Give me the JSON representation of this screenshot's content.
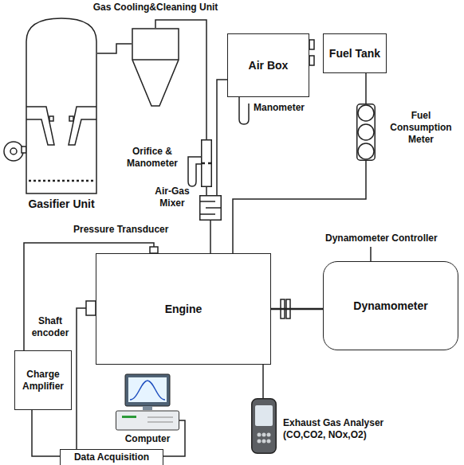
{
  "diagram": {
    "nodes": [
      {
        "text": [
          "Gasifier Unit"
        ]
      },
      {
        "text": [
          "Gas Cooling&Cleaning Unit"
        ]
      },
      {
        "text": [
          "Orifice & Manometer"
        ]
      },
      {
        "text": [
          "Air Box"
        ]
      },
      {
        "text": [
          "Fuel Tank"
        ]
      },
      {
        "text": [
          "Fuel Consumption Meter"
        ]
      },
      {
        "text": [
          "Air-Gas Mixer"
        ]
      },
      {
        "text": [
          "Engine"
        ]
      },
      {
        "text": [
          "Dynamometer"
        ]
      },
      {
        "text": [
          "Charge Amplifier"
        ]
      },
      {
        "text": [
          "Computer"
        ]
      },
      {
        "text": [
          "Data Acquisition"
        ]
      },
      {
        "text": [
          "Exhaust Gas Analyser (CO,CO2, NOx,O2)"
        ]
      }
    ],
    "edges": [
      {
        "from": 0,
        "to": 1,
        "arrow": "none"
      },
      {
        "from": 1,
        "to": 2,
        "arrow": "none"
      },
      {
        "from": 2,
        "to": 6,
        "arrow": "none"
      },
      {
        "from": 3,
        "to": 6,
        "arrow": "none"
      },
      {
        "from": 4,
        "to": 5,
        "arrow": "none"
      },
      {
        "from": 5,
        "to": 7,
        "arrow": "none"
      },
      {
        "from": 6,
        "to": 7,
        "arrow": "none"
      },
      {
        "from": 7,
        "to": 8,
        "arrow": "none"
      },
      {
        "from": 7,
        "to": 9,
        "arrow": "none"
      },
      {
        "from": 7,
        "to": 11,
        "arrow": "none"
      },
      {
        "from": 9,
        "to": 11,
        "arrow": "none"
      },
      {
        "from": 10,
        "to": 11,
        "arrow": "none"
      },
      {
        "from": 7,
        "to": 12,
        "arrow": "none"
      }
    ],
    "labels": [
      "Manometer",
      "Pressure Transducer",
      "Shaft encoder",
      "Dynamometer Controller"
    ]
  }
}
